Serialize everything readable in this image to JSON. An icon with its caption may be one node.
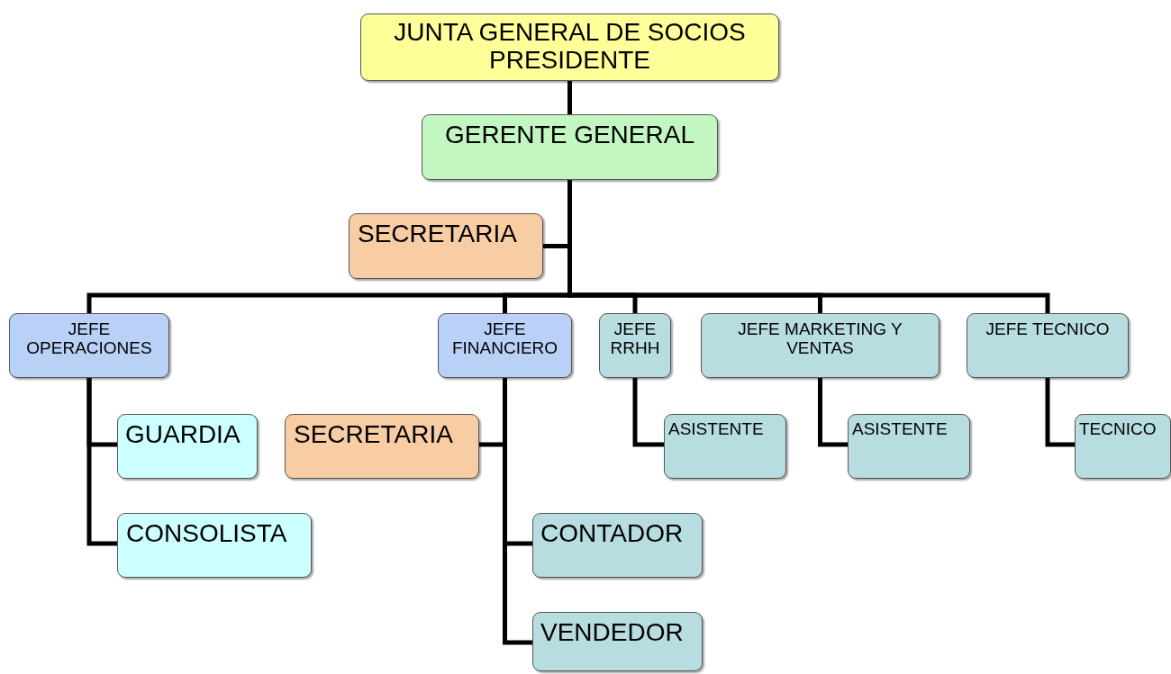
{
  "diagram": {
    "nodes": [
      {
        "text": [
          "JUNTA GENERAL DE SOCIOS PRESIDENTE"
        ]
      },
      {
        "text": [
          "GERENTE GENERAL"
        ]
      },
      {
        "text": [
          "SECRETARIA"
        ]
      },
      {
        "text": [
          "JEFE OPERACIONES"
        ]
      },
      {
        "text": [
          "JEFE FINANCIERO"
        ]
      },
      {
        "text": [
          "JEFE RRHH"
        ]
      },
      {
        "text": [
          "JEFE MARKETING Y VENTAS"
        ]
      },
      {
        "text": [
          "JEFE TECNICO"
        ]
      },
      {
        "text": [
          "GUARDIA"
        ]
      },
      {
        "text": [
          "SECRETARIA"
        ]
      },
      {
        "text": [
          "ASISTENTE"
        ]
      },
      {
        "text": [
          "ASISTENTE"
        ]
      },
      {
        "text": [
          "TECNICO"
        ]
      },
      {
        "text": [
          "CONSOLISTA"
        ]
      },
      {
        "text": [
          "CONTADOR"
        ]
      },
      {
        "text": [
          "VENDEDOR"
        ]
      }
    ],
    "edges": [
      {
        "from": 0,
        "to": 1,
        "arrow": "none"
      },
      {
        "from": 1,
        "to": 2,
        "arrow": "none"
      },
      {
        "from": 1,
        "to": 3,
        "arrow": "none"
      },
      {
        "from": 1,
        "to": 4,
        "arrow": "none"
      },
      {
        "from": 1,
        "to": 5,
        "arrow": "none"
      },
      {
        "from": 1,
        "to": 6,
        "arrow": "none"
      },
      {
        "from": 1,
        "to": 7,
        "arrow": "none"
      },
      {
        "from": 3,
        "to": 8,
        "arrow": "none"
      },
      {
        "from": 3,
        "to": 13,
        "arrow": "none"
      },
      {
        "from": 4,
        "to": 9,
        "arrow": "none"
      },
      {
        "from": 4,
        "to": 14,
        "arrow": "none"
      },
      {
        "from": 4,
        "to": 15,
        "arrow": "none"
      },
      {
        "from": 5,
        "to": 10,
        "arrow": "none"
      },
      {
        "from": 6,
        "to": 11,
        "arrow": "none"
      },
      {
        "from": 7,
        "to": 12,
        "arrow": "none"
      }
    ]
  }
}
